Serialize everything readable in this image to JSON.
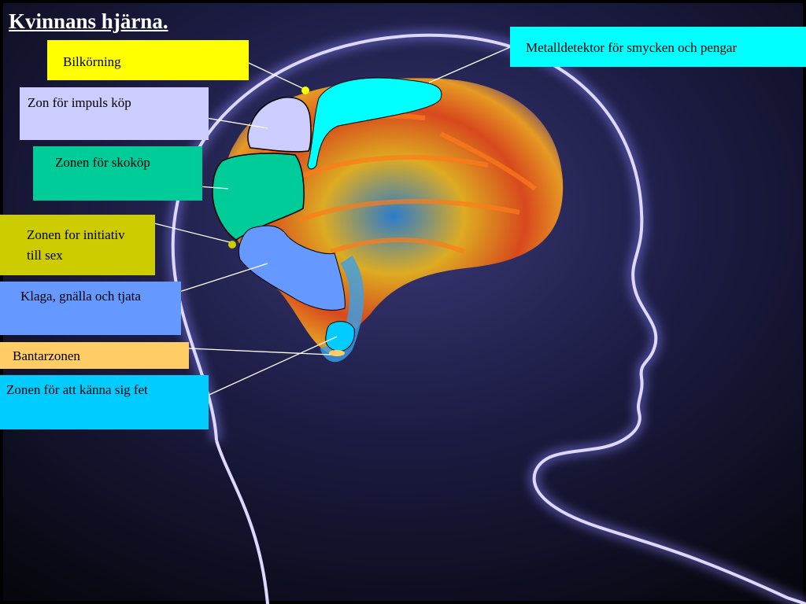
{
  "title": "Kvinnans hjärna.",
  "labels": {
    "bilkorning": "Bilkörning",
    "metalldetektor": "Metalldetektor för smycken och pengar",
    "impuls": "Zon för impuls köp",
    "skokop": "Zonen för skoköp",
    "sex_line1": "Zonen for initiativ",
    "sex_line2": "till sex",
    "klaga": "Klaga, gnälla och tjata",
    "bantar": "Bantarzonen",
    "fet": "Zonen för att känna sig fet"
  },
  "colors": {
    "background": "#0c0c18",
    "head_outline": "#ddd8ff",
    "yellow": "#ffff00",
    "cyan": "#00ffff",
    "lavender": "#ccccff",
    "green": "#00cc99",
    "olive": "#cccc00",
    "blue": "#6699ff",
    "orange": "#ffcc66",
    "sky": "#00ccff"
  }
}
